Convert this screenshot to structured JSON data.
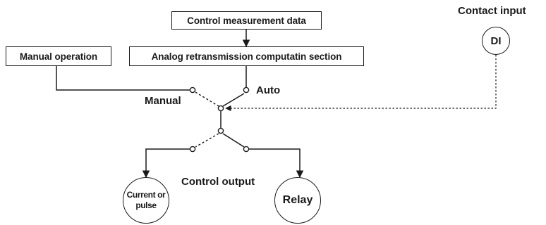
{
  "boxes": {
    "control_measurement": "Control measurement data",
    "analog_retransmission": "Analog retransmission computatin section",
    "manual_operation": "Manual operation"
  },
  "labels": {
    "contact_input": "Contact input",
    "manual": "Manual",
    "auto": "Auto",
    "control_output": "Control output"
  },
  "circles": {
    "di": "DI",
    "current_line1": "Current or",
    "current_line2": "pulse",
    "relay": "Relay"
  },
  "colors": {
    "line": "#1a1a1a",
    "background": "#ffffff"
  }
}
